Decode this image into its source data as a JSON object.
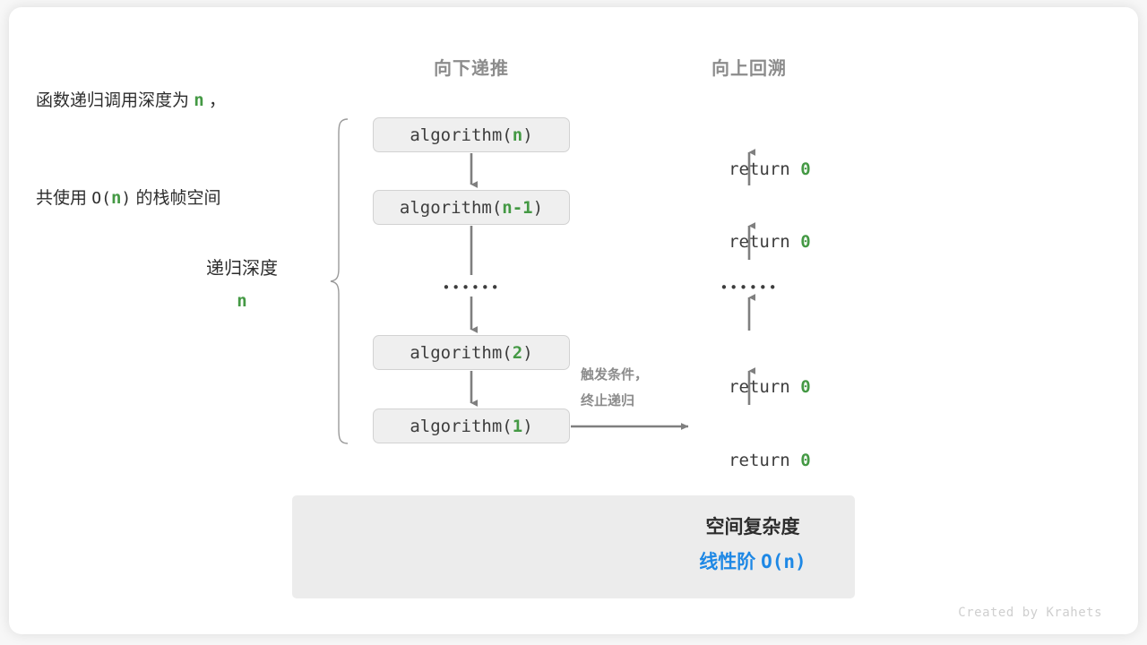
{
  "diagram": {
    "headers": {
      "left": "向下递推",
      "right": "向上回溯"
    },
    "call_stack": [
      {
        "prefix": "algorithm(",
        "arg": "n",
        "suffix": ")"
      },
      {
        "prefix": "algorithm(",
        "arg": "n-1",
        "suffix": ")"
      },
      {
        "prefix": "algorithm(",
        "arg": "2",
        "suffix": ")"
      },
      {
        "prefix": "algorithm(",
        "arg": "1",
        "suffix": ")"
      }
    ],
    "returns": [
      {
        "keyword": "return ",
        "value": "0"
      },
      {
        "keyword": "return ",
        "value": "0"
      },
      {
        "keyword": "return ",
        "value": "0"
      },
      {
        "keyword": "return ",
        "value": "0"
      }
    ],
    "ellipsis": "••••••",
    "depth_label": {
      "text": "递归深度",
      "value": "n"
    },
    "trigger_note": {
      "line1": "触发条件，",
      "line2": "终止递归"
    }
  },
  "summary": {
    "line1_a": "函数递归调用深度为 ",
    "line1_n": "n",
    "line1_b": " ，",
    "line2_a": "共使用 ",
    "line2_O": "O(",
    "line2_n": "n",
    "line2_close": ")",
    "line2_b": " 的栈帧空间",
    "result_title": "空间复杂度",
    "result_label": "线性阶 ",
    "result_value": "O(n)"
  },
  "credit": "Created by Krahets",
  "colors": {
    "accent_green": "#449944",
    "accent_blue": "#1e88e5",
    "text_dark": "#2d2d2d",
    "text_gray": "#8c8c8c",
    "box_fill": "#efefef",
    "box_border": "#d2d2d2",
    "panel_fill": "#ececec",
    "arrow": "#7f7f7f"
  }
}
